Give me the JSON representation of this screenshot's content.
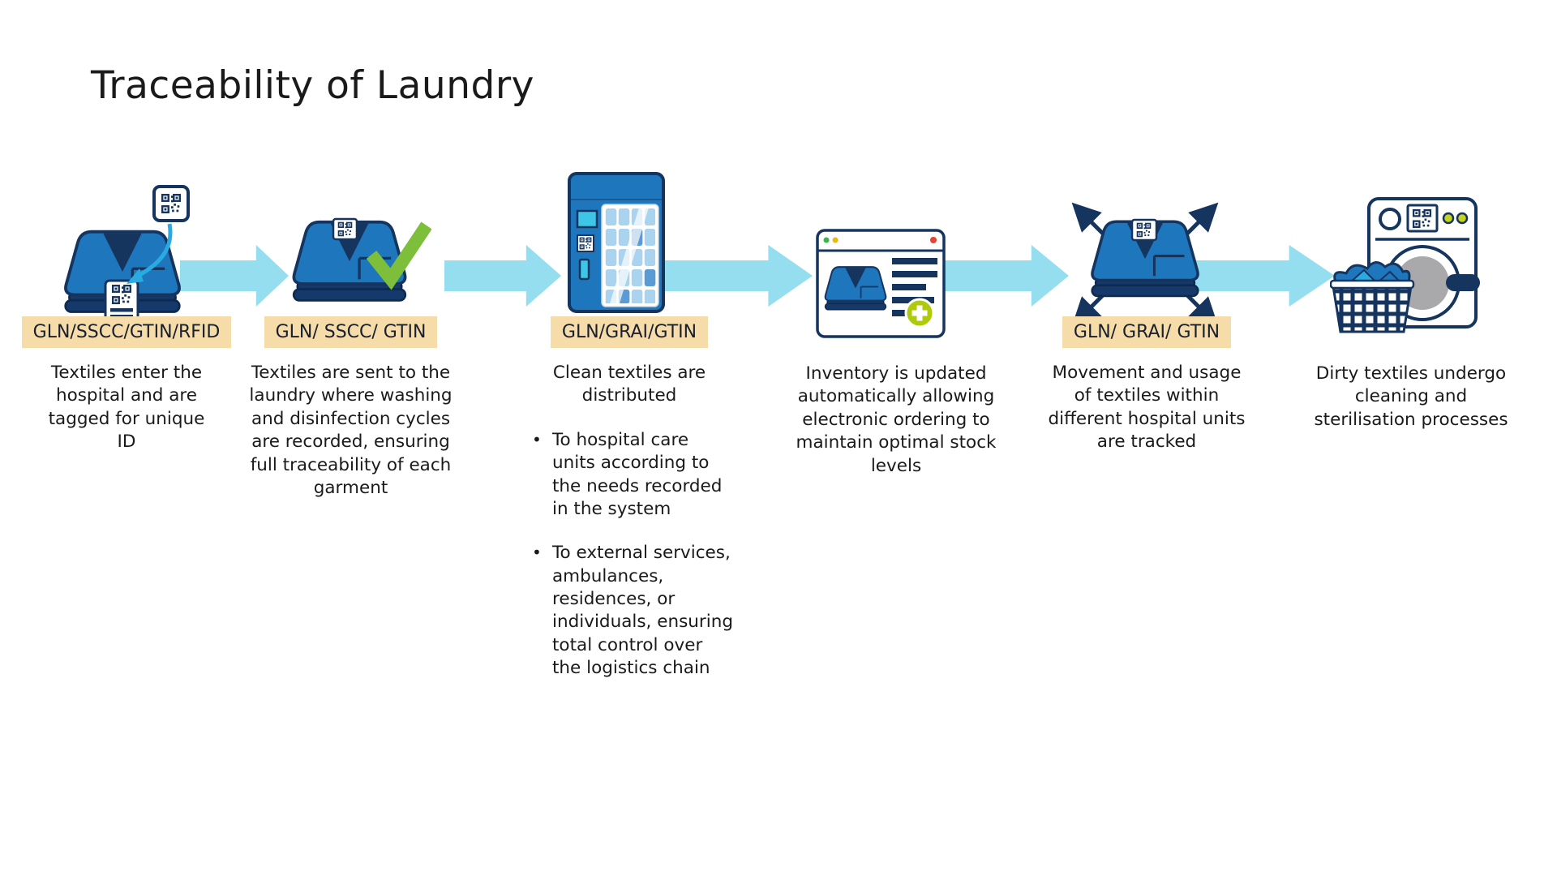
{
  "slide": {
    "title": "Traceability of Laundry"
  },
  "colors": {
    "flow_arrow": "#95DEF0",
    "label_background": "#F5DCA8",
    "label_text": "#1A1F2E",
    "body_text": "#1A1A1A",
    "icon_blue": "#1E76BD",
    "icon_navy": "#15355E",
    "icon_cyan": "#29ABE2",
    "check_green": "#7DBE3B",
    "plus_lime": "#AFCA0B"
  },
  "stages": [
    {
      "icon": "rfid-tagged-textile-icon",
      "label": "GLN/SSCC/GTIN/RFID",
      "description": "Textiles enter the hospital and are tagged for unique ID"
    },
    {
      "icon": "laundry-verified-textile-icon",
      "label": "GLN/ SSCC/ GTIN",
      "description": "Textiles are sent to the laundry where washing and disinfection cycles are recorded, ensuring full traceability of each garment"
    },
    {
      "icon": "distribution-cabinet-icon",
      "label": "GLN/GRAI/GTIN",
      "description": "Clean textiles are distributed",
      "bullets": [
        "To hospital care units according to the needs recorded in the system",
        "To external services, ambulances, residences, or individuals, ensuring total control over the logistics chain"
      ]
    },
    {
      "icon": "inventory-software-icon",
      "label": "",
      "description": "Inventory is updated automatically allowing electronic ordering to maintain optimal stock levels"
    },
    {
      "icon": "textile-tracking-icon",
      "label": "GLN/ GRAI/ GTIN",
      "description": "Movement and usage of textiles within different hospital units are tracked"
    },
    {
      "icon": "washing-machine-icon",
      "label": "",
      "description": "Dirty textiles undergo cleaning and sterilisation processes"
    }
  ]
}
